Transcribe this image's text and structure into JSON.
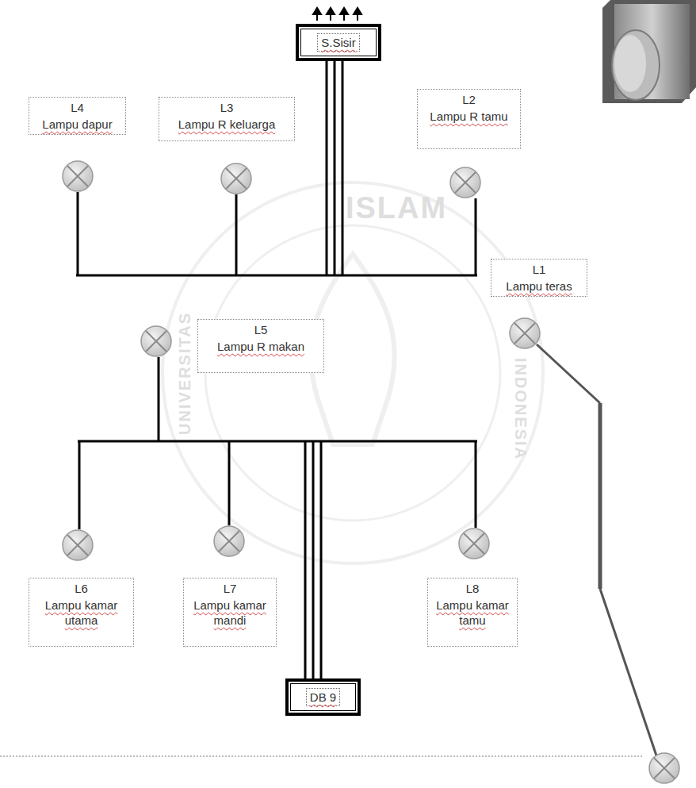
{
  "diagram": {
    "nodes": [
      {
        "text": [
          "S.Sisir"
        ]
      },
      {
        "text": [
          "L4",
          "Lampu dapur"
        ]
      },
      {
        "text": [
          "L3",
          "Lampu R keluarga"
        ]
      },
      {
        "text": [
          "L2",
          "Lampu R tamu"
        ]
      },
      {
        "text": [
          "L1",
          "Lampu teras"
        ]
      },
      {
        "text": [
          "L5",
          "Lampu R makan"
        ]
      },
      {
        "text": [
          "L6",
          "Lampu kamar utama"
        ]
      },
      {
        "text": [
          "L7",
          "Lampu kamar mandi"
        ]
      },
      {
        "text": [
          "L8",
          "Lampu kamar tamu"
        ]
      },
      {
        "text": [
          "DB 9"
        ]
      }
    ],
    "labels": [
      "ISLAM",
      "UNIVERSITAS",
      "INDONESIA"
    ]
  }
}
